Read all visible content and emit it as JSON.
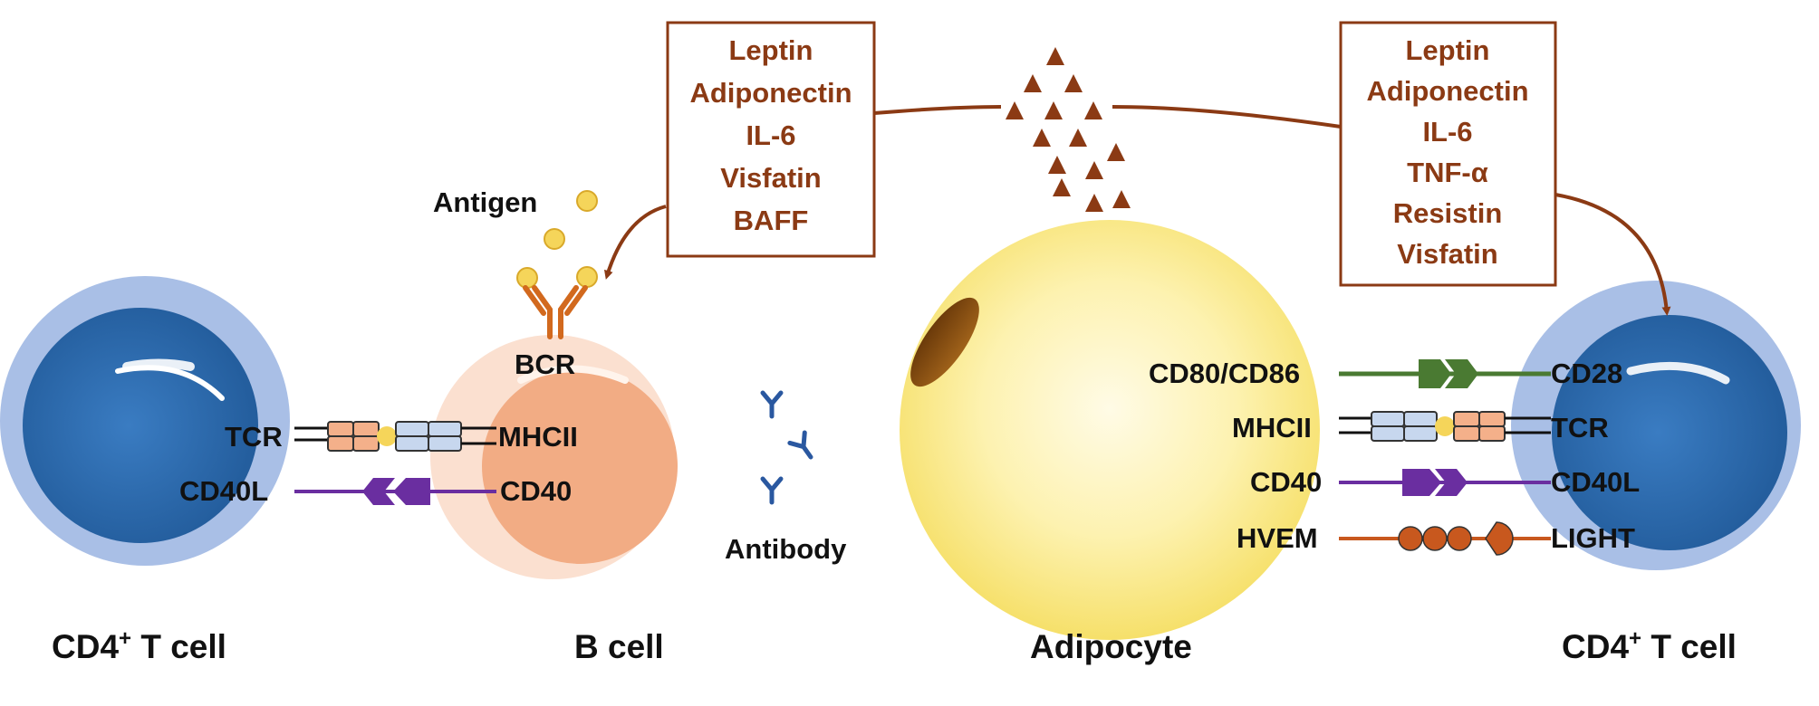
{
  "colors": {
    "brown": "#8b3a14",
    "tcell_outer": "#a9bfe6",
    "tcell_nucleus": "#2f6fb5",
    "bcell_outer": "#f9dccb",
    "bcell_nucleus": "#f0a87c",
    "adipocyte": "#fbeb86",
    "green": "#4a7a32",
    "purple": "#6a2ea0",
    "orange_ball": "#c8581e",
    "antigen": "#f5d55a",
    "antibody": "#2a58a0"
  },
  "left_box": {
    "lines": [
      "Leptin",
      "Adiponectin",
      "IL-6",
      "Visfatin",
      "BAFF"
    ]
  },
  "right_box": {
    "lines": [
      "Leptin",
      "Adiponectin",
      "IL-6",
      "TNF-α",
      "Resistin",
      "Visfatin"
    ]
  },
  "labels": {
    "antigen": "Antigen",
    "bcr": "BCR",
    "antibody": "Antibody",
    "left_tcr": "TCR",
    "left_mhcii": "MHCII",
    "left_cd40l": "CD40L",
    "left_cd40": "CD40",
    "cd80_86": "CD80/CD86",
    "cd28": "CD28",
    "right_mhcii": "MHCII",
    "right_tcr": "TCR",
    "right_cd40": "CD40",
    "right_cd40l": "CD40L",
    "hvem": "HVEM",
    "light": "LIGHT"
  },
  "captions": {
    "left_tcell_main": "CD4",
    "left_tcell_sup": "+",
    "left_tcell_rest": " T  cell",
    "bcell": "B cell",
    "adipocyte": "Adipocyte",
    "right_tcell_main": "CD4",
    "right_tcell_sup": "+",
    "right_tcell_rest": " T cell"
  }
}
